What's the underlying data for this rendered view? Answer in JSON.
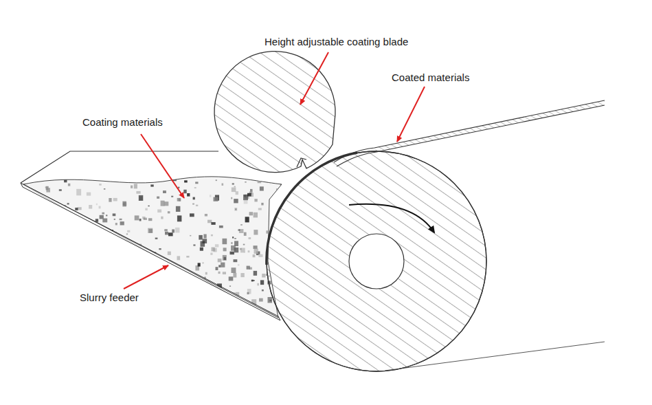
{
  "diagram": {
    "labels": [
      "Height adjustable coating blade",
      "Coated materials",
      "Coating materials",
      "Slurry feeder"
    ]
  }
}
